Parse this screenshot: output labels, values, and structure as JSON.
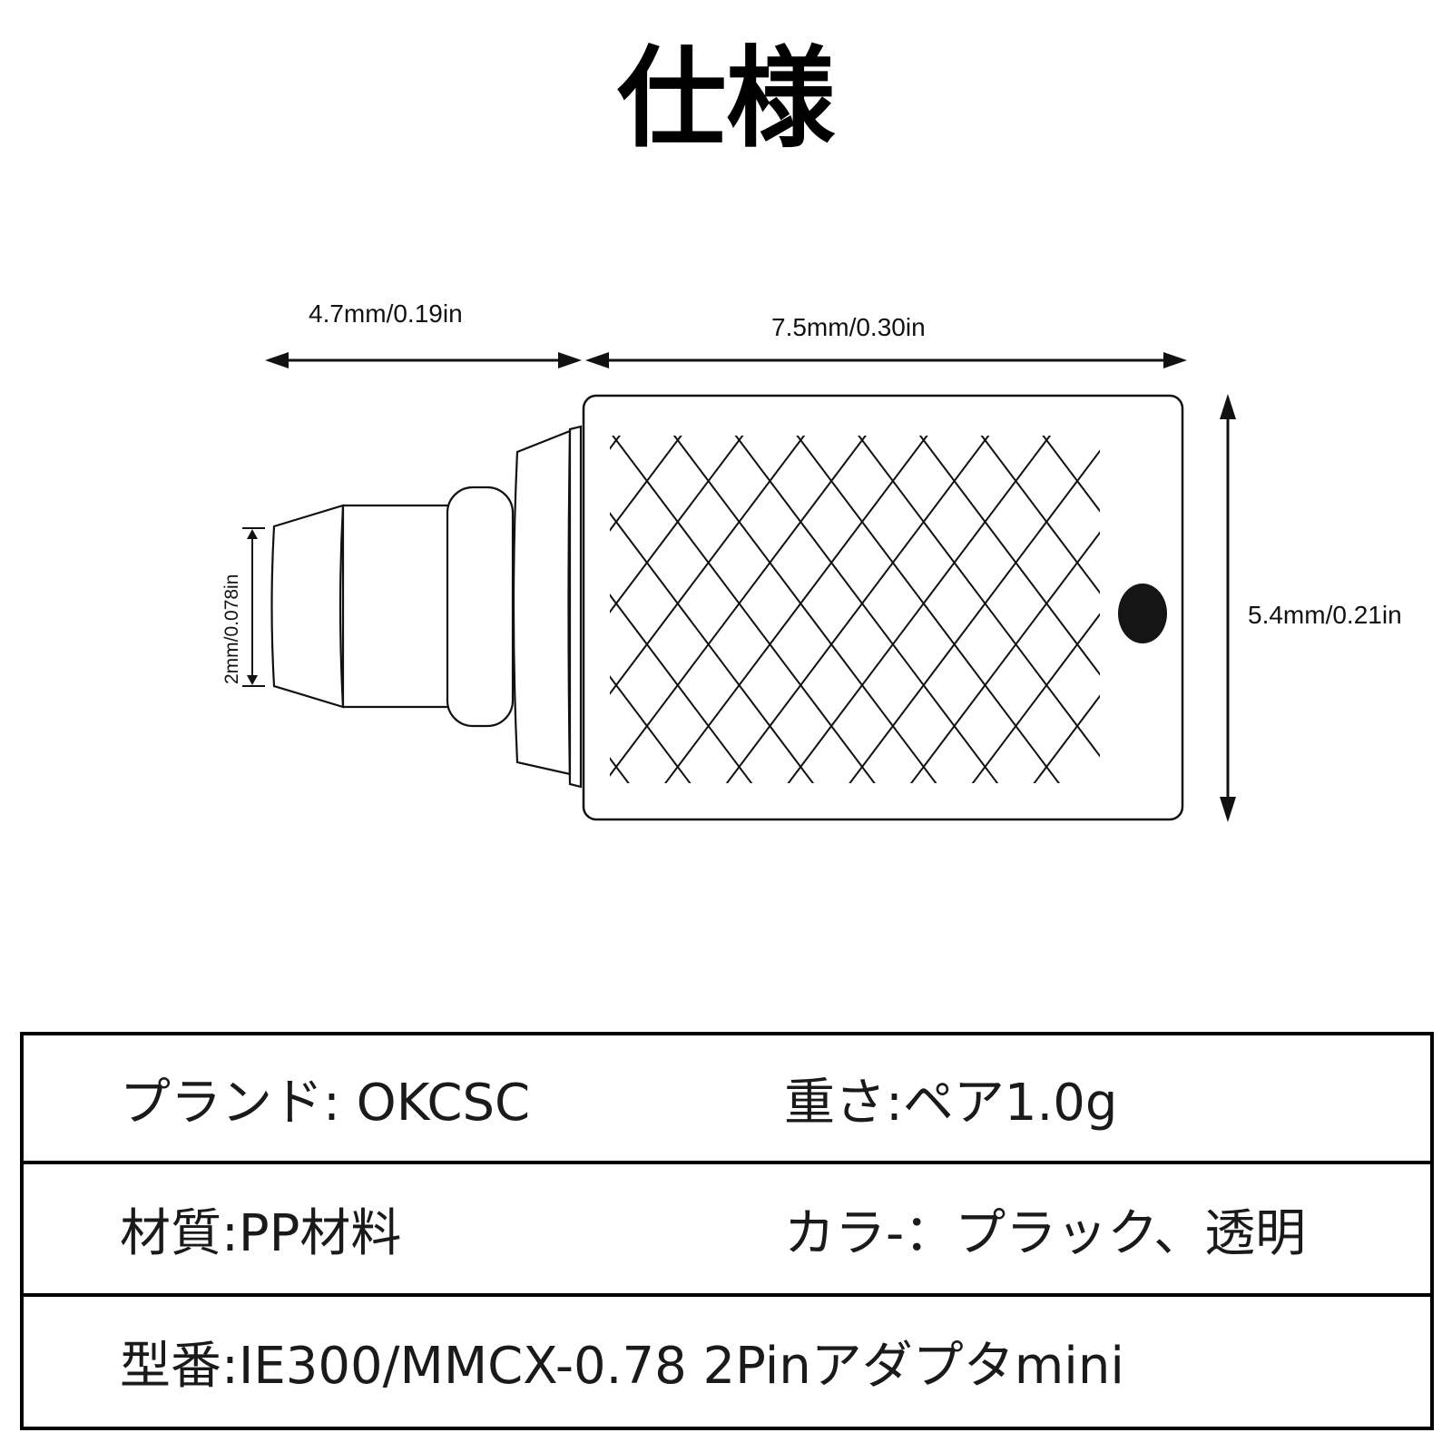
{
  "title": "仕様",
  "dimensions": {
    "plug_length": "4.7mm/0.19in",
    "body_length": "7.5mm/0.30in",
    "body_height": "5.4mm/0.21in",
    "pin_diameter": "2mm/0.078in"
  },
  "colors": {
    "line": "#111111",
    "background": "#ffffff",
    "dot": "#151515"
  },
  "specs": {
    "brand": "プランド: OKCSC",
    "weight": "重さ:ペア1.0g",
    "material": "材質:PP材料",
    "color": "カラ-：プラック、透明",
    "model": "型番:IE300/MMCX-0.78 2Pinアダプタmini"
  }
}
